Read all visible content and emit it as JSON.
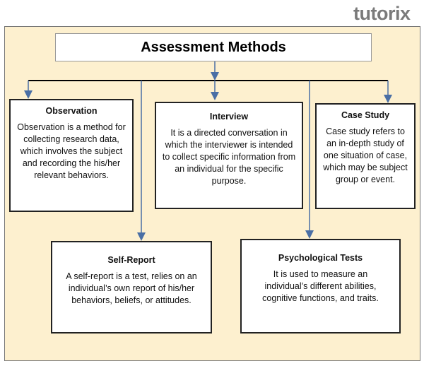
{
  "logo": "tutorix",
  "title": "Assessment Methods",
  "methods": {
    "observation": {
      "heading": "Observation",
      "text": "Observation is a method for collecting research data, which involves the subject and recording the his/her relevant behaviors."
    },
    "interview": {
      "heading": "Interview",
      "text": "It is a directed conversation in which the interviewer is intended to collect specific information from an individual for the specific purpose."
    },
    "case_study": {
      "heading": "Case Study",
      "text": "Case study refers to an in-depth study of one situation of case, which may be subject group or event."
    },
    "self_report": {
      "heading": "Self-Report",
      "text": "A self-report is a test, relies on an individual’s own report of his/her behaviors, beliefs, or attitudes."
    },
    "psych_tests": {
      "heading": "Psychological Tests",
      "text": "It is used to measure an individual’s different abilities, cognitive functions, and traits."
    }
  },
  "colors": {
    "panel": "#fdf0cf",
    "arrow": "#4a6fa5"
  }
}
